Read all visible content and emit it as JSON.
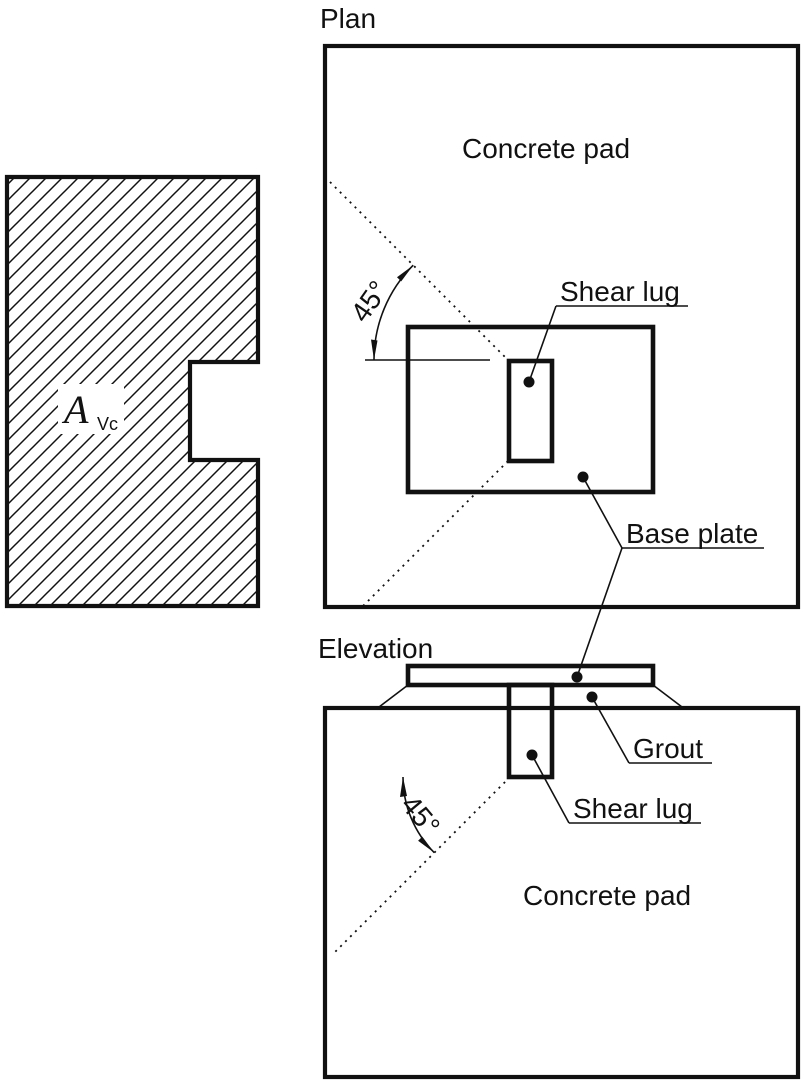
{
  "drawing": {
    "colors": {
      "ink": "#111111",
      "background": "#ffffff"
    },
    "plan": {
      "title": "Plan",
      "concrete_pad_label": "Concrete pad",
      "shear_lug_label": "Shear lug",
      "angle_label": "45°"
    },
    "base_plate_label": "Base plate",
    "elevation": {
      "title": "Elevation",
      "concrete_pad_label": "Concrete pad",
      "shear_lug_label": "Shear lug",
      "grout_label": "Grout",
      "angle_label": "45°"
    },
    "shear_area": {
      "symbol": "A",
      "subscript": "Vc"
    }
  }
}
